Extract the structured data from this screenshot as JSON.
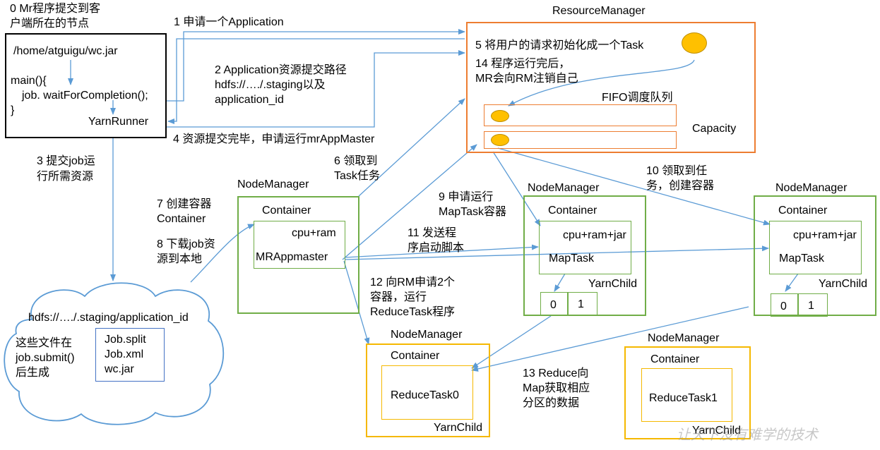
{
  "colors": {
    "arrow": "#5b9bd5",
    "resource_manager": "#ed7d31",
    "node_manager": "#70ad47",
    "reduce_node": "#f5b800",
    "task_dot": "#ffc000",
    "hdfs_box": "#4472c4"
  },
  "client": {
    "caption_line1": "0 Mr程序提交到客",
    "caption_line2": "户端所在的节点",
    "jar_path": "/home/atguigu/wc.jar",
    "code_line1": "main(){",
    "code_line2": "job. waitForCompletion();",
    "code_line3": "}",
    "runner": "YarnRunner"
  },
  "steps": {
    "s1": "1 申请一个Application",
    "s2_line1": "2 Application资源提交路径",
    "s2_line2": "hdfs://…./.staging以及",
    "s2_line3": "application_id",
    "s3_line1": "3 提交job运",
    "s3_line2": "行所需资源",
    "s4": "4 资源提交完毕，申请运行mrAppMaster",
    "s6_line1": "6 领取到",
    "s6_line2": "Task任务",
    "s7_line1": "7 创建容器",
    "s7_line2": "Container",
    "s8_line1": "8 下载job资",
    "s8_line2": "源到本地",
    "s9_line1": "9 申请运行",
    "s9_line2": "MapTask容器",
    "s10_line1": "10 领取到任",
    "s10_line2": "务，创建容器",
    "s11_line1": "11 发送程",
    "s11_line2": "序启动脚本",
    "s12_line1": "12 向RM申请2个",
    "s12_line2": "容器，运行",
    "s12_line3": "ReduceTask程序",
    "s13_line1": "13 Reduce向",
    "s13_line2": "Map获取相应",
    "s13_line3": "分区的数据"
  },
  "resource_manager": {
    "title": "ResourceManager",
    "s5": "5 将用户的请求初始化成一个Task",
    "s14_line1": "14 程序运行完后，",
    "s14_line2": "MR会向RM注销自己",
    "fifo": "FIFO调度队列",
    "capacity": "Capacity"
  },
  "hdfs": {
    "path": "hdfs://…./.staging/application_id",
    "note_line1": "这些文件在",
    "note_line2": "job.submit()",
    "note_line3": "后生成",
    "files": [
      "Job.split",
      "Job.xml",
      "wc.jar"
    ]
  },
  "nm_appmaster": {
    "title": "NodeManager",
    "container": "Container",
    "res": "cpu+ram",
    "task": "MRAppmaster"
  },
  "nm_map1": {
    "title": "NodeManager",
    "container": "Container",
    "res": "cpu+ram+jar",
    "task": "MapTask",
    "child": "YarnChild",
    "part0": "0",
    "part1": "1"
  },
  "nm_map2": {
    "title": "NodeManager",
    "container": "Container",
    "res": "cpu+ram+jar",
    "task": "MapTask",
    "child": "YarnChild",
    "part0": "0",
    "part1": "1"
  },
  "nm_reduce0": {
    "title": "NodeManager",
    "container": "Container",
    "task": "ReduceTask0",
    "child": "YarnChild"
  },
  "nm_reduce1": {
    "title": "NodeManager",
    "container": "Container",
    "task": "ReduceTask1",
    "child": "YarnChild"
  },
  "watermark": "让天下没有难学的技术"
}
